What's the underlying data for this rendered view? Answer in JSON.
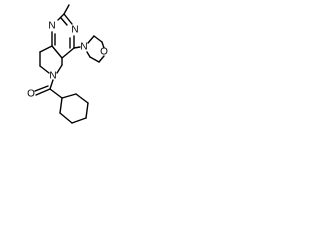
{
  "atoms": {
    "n_pyr_top": "N",
    "n_pyr_bottom": "N",
    "n_morpholine": "N",
    "o_morpholine": "O",
    "n_ring": "N",
    "o_carbonyl": "O"
  },
  "colors": {
    "background": "#ffffff",
    "bond": "#000000",
    "text": "#000000"
  }
}
